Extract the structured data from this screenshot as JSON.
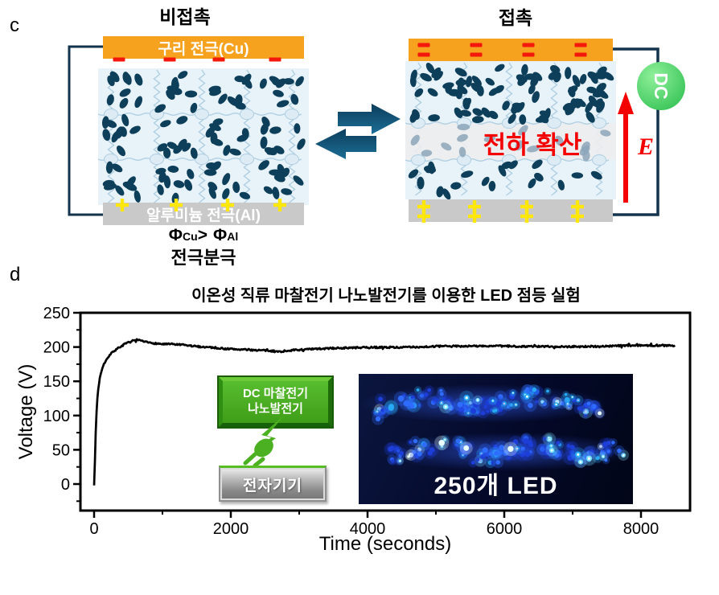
{
  "panel_c": {
    "label": "c",
    "left": {
      "title": "비접촉",
      "top_electrode": "구리 전극(Cu)",
      "bottom_electrode": "알루미늄 전극(Al)",
      "formula": {
        "phi": "Φ",
        "sub_cu": "Cu",
        "op": ">",
        "phi2": "Φ",
        "sub_al": "Al"
      },
      "caption": "전극분극"
    },
    "right": {
      "title": "접촉",
      "overlay_text": "전하 확산",
      "dc_label": "DC",
      "e_label": "E"
    },
    "colors": {
      "copper": "#F6A21E",
      "aluminum": "#C9C9C9",
      "dielectric_bg": "#E8F2F9",
      "particle": "#0E3F5A",
      "particle_faded": "#8CA6BA",
      "spring": "#AFCFE2",
      "node_fill": "#DDEBF4",
      "wire": "#14334D",
      "arrow_dark": "#0C3D5C",
      "arrow_light": "#1C6E96",
      "minus": "#F3170C",
      "plus": "#FFE70A",
      "field_red": "#F40000",
      "dc_green_light": "#8FF09A",
      "dc_green_dark": "#2DBE4F"
    }
  },
  "panel_d": {
    "label": "d",
    "inset": {
      "generator_line1": "DC 마찰전기",
      "generator_line2": "나노발전기",
      "device_label": "전자기기",
      "led_caption": "250개 LED",
      "plug_icon": "power-plug-lightning-icon",
      "led_dot_colors": [
        "#1e3ed8",
        "#2f6bff",
        "#27a9f5",
        "#79e0ff",
        "#E8FFFF"
      ]
    }
  },
  "chart_data": {
    "type": "line",
    "title": "이온성 직류 마찰전기 나노발전기를 이용한 LED 점등 실험",
    "xlabel": "Time (seconds)",
    "ylabel": "Voltage (V)",
    "xlim": [
      -200,
      8700
    ],
    "ylim": [
      -38,
      250
    ],
    "xticks": [
      0,
      2000,
      4000,
      6000,
      8000
    ],
    "yticks": [
      0,
      50,
      100,
      150,
      200,
      250
    ],
    "x_minor": [
      1000,
      3000,
      5000,
      7000
    ],
    "y_minor": [
      -25,
      25,
      75,
      125,
      175,
      225
    ],
    "grid": false,
    "legend": "none",
    "series": [
      {
        "name": "Voltage",
        "color": "#000000",
        "points": [
          [
            0,
            -2
          ],
          [
            10,
            25
          ],
          [
            20,
            62
          ],
          [
            30,
            95
          ],
          [
            45,
            122
          ],
          [
            65,
            143
          ],
          [
            95,
            160
          ],
          [
            130,
            172
          ],
          [
            180,
            182
          ],
          [
            250,
            191
          ],
          [
            350,
            198
          ],
          [
            450,
            204
          ],
          [
            550,
            208
          ],
          [
            620,
            210
          ],
          [
            700,
            208
          ],
          [
            800,
            206
          ],
          [
            900,
            205
          ],
          [
            1000,
            204
          ],
          [
            1150,
            204
          ],
          [
            1300,
            203
          ],
          [
            1500,
            201
          ],
          [
            1700,
            200
          ],
          [
            1900,
            198
          ],
          [
            2100,
            197
          ],
          [
            2300,
            196
          ],
          [
            2500,
            195
          ],
          [
            2700,
            193
          ],
          [
            2900,
            195
          ],
          [
            3100,
            196
          ],
          [
            3300,
            197
          ],
          [
            3500,
            198
          ],
          [
            3800,
            199
          ],
          [
            4200,
            200
          ],
          [
            4600,
            200
          ],
          [
            5000,
            201
          ],
          [
            5400,
            201
          ],
          [
            5800,
            201
          ],
          [
            6200,
            201
          ],
          [
            6600,
            201
          ],
          [
            7000,
            201
          ],
          [
            7400,
            201
          ],
          [
            7800,
            202
          ],
          [
            8200,
            202
          ],
          [
            8500,
            202
          ]
        ]
      }
    ]
  }
}
